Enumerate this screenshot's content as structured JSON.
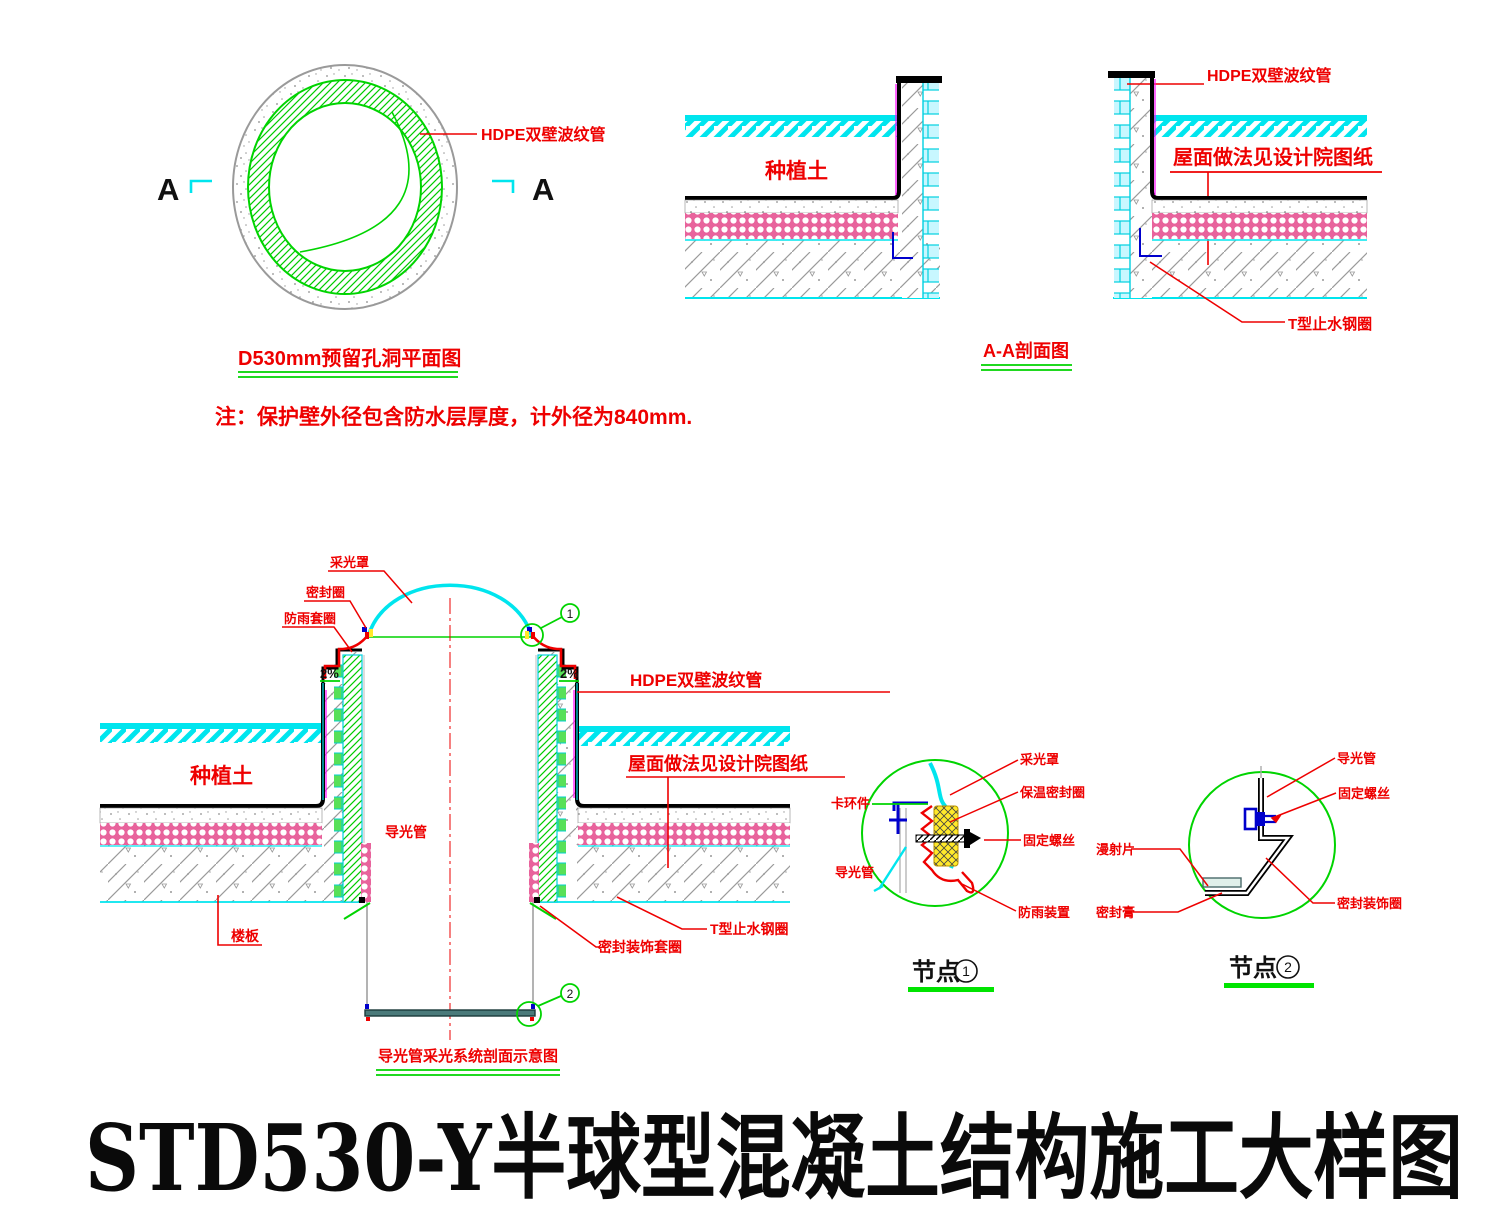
{
  "plan_view": {
    "section_marker_left": "A",
    "section_marker_right": "A",
    "hdpe_label": "HDPE双壁波纹管",
    "title": "D530mm预留孔洞平面图",
    "note": "注：保护壁外径包含防水层厚度，计外径为840mm."
  },
  "section_aa": {
    "soil_label": "种植土",
    "title": "A-A剖面图"
  },
  "section_right": {
    "hdpe_label": "HDPE双壁波纹管",
    "roof_label": "屋面做法见设计院图纸",
    "water_ring_label": "T型止水钢圈"
  },
  "main_section": {
    "dome_label": "采光罩",
    "seal_label": "密封圈",
    "rain_collar_label": "防雨套圈",
    "slope": "2%",
    "hdpe_label": "HDPE双壁波纹管",
    "soil_label": "种植土",
    "roof_label": "屋面做法见设计院图纸",
    "tube_label": "导光管",
    "slab_label": "楼板",
    "deco_collar_label": "密封装饰套圈",
    "water_ring_label": "T型止水钢圈",
    "node1_ref": "1",
    "node2_ref": "2",
    "title": "导光管采光系统剖面示意图"
  },
  "node1": {
    "labels": {
      "clamp": "卡环件",
      "tube": "导光管",
      "dome": "采光罩",
      "insulation_seal": "保温密封圈",
      "screw": "固定螺丝",
      "rain_device": "防雨装置"
    },
    "caption": "节点",
    "number": "1"
  },
  "node2": {
    "labels": {
      "tube": "导光管",
      "screw": "固定螺丝",
      "deco_ring": "密封装饰圈",
      "diffuser": "漫射片",
      "sealant": "密封膏"
    },
    "caption": "节点",
    "number": "2"
  },
  "footer": {
    "main_title": "STD530-Y半球型混凝土结构施工大样图"
  },
  "colors": {
    "label_red": "#ee0000",
    "cad_green": "#00d400",
    "cyan": "#00e5ee",
    "magenta": "#ff00ff",
    "blue": "#0000cc",
    "pink": "#e8639c",
    "yellow": "#ffe92a",
    "gray": "#9a9a9a"
  }
}
